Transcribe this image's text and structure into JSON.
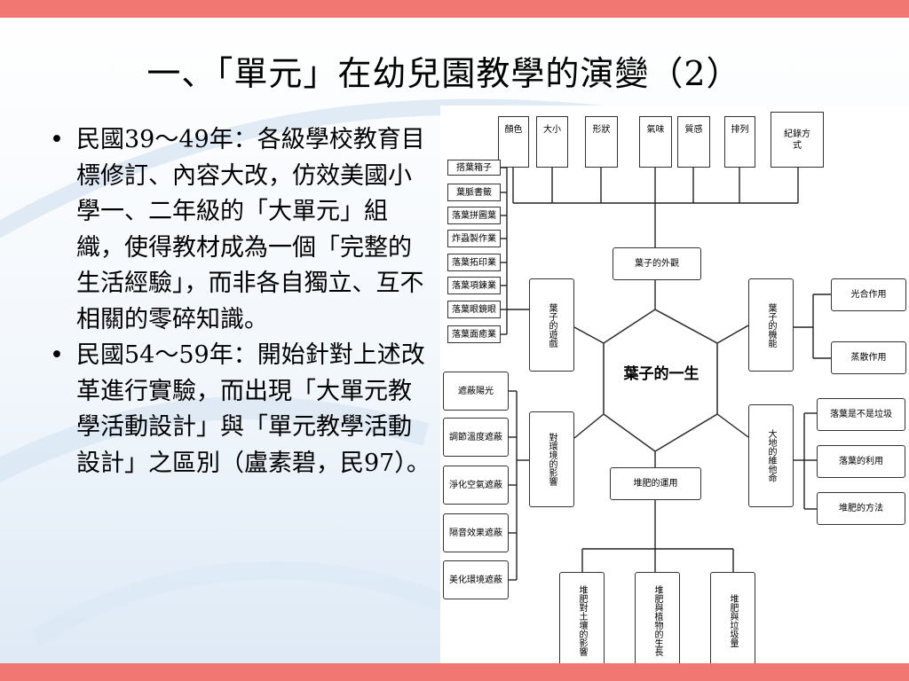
{
  "slide": {
    "title": "一、「單元」在幼兒園教學的演變（2）",
    "bullets": [
      "民國39～49年：各級學校教育目標修訂、內容大改，仿效美國小學一、二年級的「大單元」組織，使得教材成為一個「完整的生活經驗」，而非各自獨立、互不相關的零碎知識。",
      "民國54～59年：開始針對上述改革進行實驗，而出現「大單元教學活動設計」與「單元教學活動設計」之區別（盧素碧，民97）。"
    ],
    "bullet_symbol": "•"
  },
  "diagram": {
    "center": "葉子的一生",
    "top_labels": [
      "顏色",
      "大小",
      "形狀",
      "氣味",
      "質感",
      "排列",
      "紀錄方式"
    ],
    "appearance": "葉子的外觀",
    "left_top_column": [
      "搭葉箱子",
      "葉脈書籤",
      "落葉拼圖葉",
      "炸蝨製作業",
      "落葉拓印業",
      "落葉項鍊業",
      "落葉眼鏡眼",
      "落葉面癒業"
    ],
    "game": "葉子的遊戲",
    "left_bottom_column": [
      "遮蔽陽光",
      "調節溫度遮蔽",
      "淨化空氣遮蔽",
      "隔音效果遮蔽",
      "美化環境遮蔽"
    ],
    "environment": "對環境的影響",
    "function": "葉子的機能",
    "function_items": [
      "光合作用",
      "蒸散作用"
    ],
    "earth": "大地的維他命",
    "earth_items": [
      "落葉是不是垃圾",
      "落葉的利用",
      "堆肥的方法"
    ],
    "compost": "堆肥的運用",
    "compost_items": [
      "堆肥對土壤的影響",
      "堆肥與植物的生長",
      "堆肥與垃圾量"
    ]
  }
}
